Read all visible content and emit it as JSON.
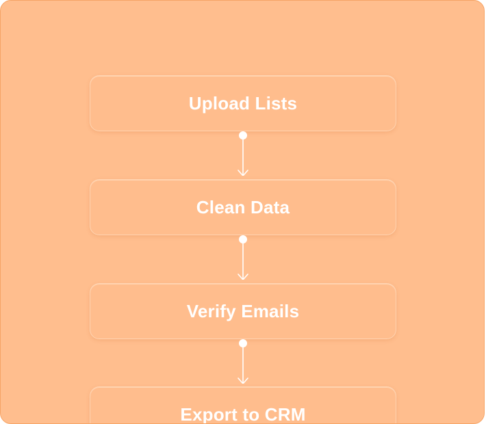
{
  "diagram": {
    "type": "flowchart",
    "direction": "top-to-bottom",
    "steps": [
      {
        "label": "Upload Lists"
      },
      {
        "label": "Clean Data"
      },
      {
        "label": "Verify Emails"
      },
      {
        "label": "Export to CRM"
      }
    ],
    "edges": [
      {
        "from": "Upload Lists",
        "to": "Clean Data"
      },
      {
        "from": "Clean Data",
        "to": "Verify Emails"
      },
      {
        "from": "Verify Emails",
        "to": "Export to CRM"
      }
    ]
  },
  "colors": {
    "background": "#ffbe8e",
    "border": "#f6a465",
    "node_fill": "#ffbd8d",
    "text": "#ffffff",
    "connector": "#ffffff"
  }
}
